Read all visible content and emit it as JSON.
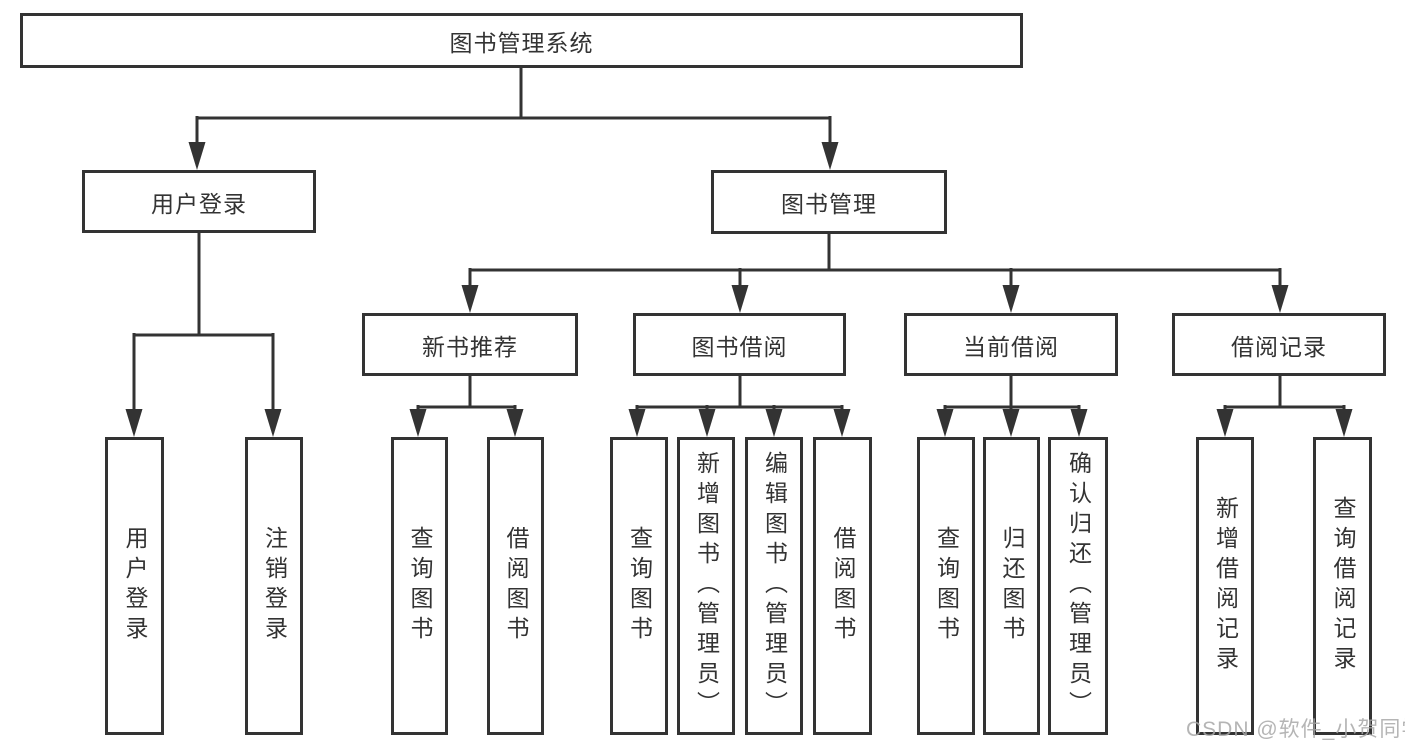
{
  "diagram": {
    "root": {
      "label": "图书管理系统"
    },
    "branches": [
      {
        "label": "用户登录",
        "children": [
          {
            "label": "用户登录"
          },
          {
            "label": "注销登录"
          }
        ]
      },
      {
        "label": "图书管理",
        "children": [
          {
            "label": "新书推荐",
            "children": [
              {
                "label": "查询图书"
              },
              {
                "label": "借阅图书"
              }
            ]
          },
          {
            "label": "图书借阅",
            "children": [
              {
                "label": "查询图书"
              },
              {
                "label": "新增图书（管理员）"
              },
              {
                "label": "编辑图书（管理员）"
              },
              {
                "label": "借阅图书"
              }
            ]
          },
          {
            "label": "当前借阅",
            "children": [
              {
                "label": "查询图书"
              },
              {
                "label": "归还图书"
              },
              {
                "label": "确认归还（管理员）"
              }
            ]
          },
          {
            "label": "借阅记录",
            "children": [
              {
                "label": "新增借阅记录"
              },
              {
                "label": "查询借阅记录"
              }
            ]
          }
        ]
      }
    ],
    "colors": {
      "line": "#333333",
      "box_border": "#333333",
      "text": "#333333",
      "background": "#ffffff",
      "watermark": "#a8a8a8"
    }
  },
  "watermark": {
    "text": "CSDN @软件_小贺同学"
  }
}
